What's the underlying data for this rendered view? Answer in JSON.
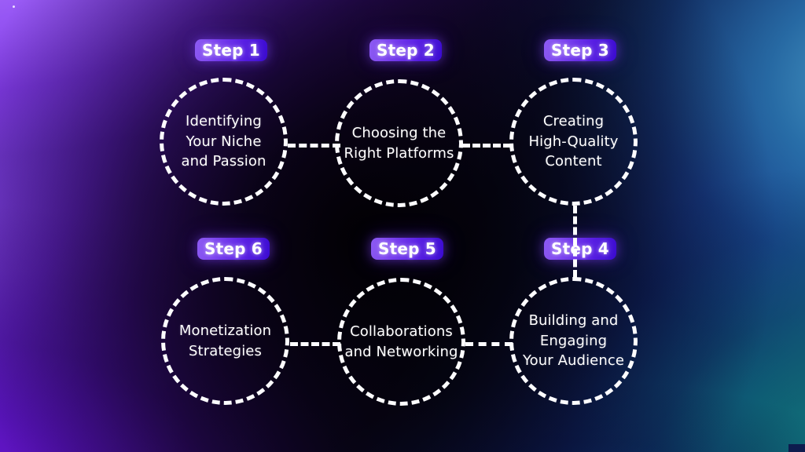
{
  "meta": {
    "kind": "process-flow-infographic",
    "steps_total": 6,
    "flow_direction": "left-to-right top row, then down, then right-to-left bottom row"
  },
  "theme": {
    "background_top_left": "#9a5bee",
    "background_bottom_left": "#4a13a8",
    "background_center": "#07030f",
    "background_top_right": "#3b93b6",
    "background_bottom_right": "#0a5a5e",
    "badge_gradient_start": "#8d5bf2",
    "badge_gradient_end": "#3a0bd0",
    "node_stroke": "#fdfdff",
    "text_color": "#ffffff"
  },
  "steps": [
    {
      "badge": "Step 1",
      "title": "Identifying\nYour Niche\nand Passion",
      "lines": [
        "Identifying",
        "Your Niche",
        "and Passion"
      ]
    },
    {
      "badge": "Step 2",
      "title": "Choosing the\nRight Platforms",
      "lines": [
        "Choosing the",
        "Right Platforms"
      ]
    },
    {
      "badge": "Step 3",
      "title": "Creating\nHigh-Quality\nContent",
      "lines": [
        "Creating",
        "High-Quality",
        "Content"
      ]
    },
    {
      "badge": "Step 4",
      "title": "Building and\nEngaging\nYour Audience",
      "lines": [
        "Building and",
        "Engaging",
        "Your Audience"
      ]
    },
    {
      "badge": "Step 5",
      "title": "Collaborations\nand Networking",
      "lines": [
        "Collaborations",
        "and Networking"
      ]
    },
    {
      "badge": "Step 6",
      "title": "Monetization\nStrategies",
      "lines": [
        "Monetization",
        "Strategies"
      ]
    }
  ],
  "connectors": [
    {
      "name": "step1-to-step2",
      "orientation": "horizontal"
    },
    {
      "name": "step2-to-step3",
      "orientation": "horizontal"
    },
    {
      "name": "step3-to-step4",
      "orientation": "vertical"
    },
    {
      "name": "step4-to-step5",
      "orientation": "horizontal"
    },
    {
      "name": "step5-to-step6",
      "orientation": "horizontal"
    }
  ]
}
